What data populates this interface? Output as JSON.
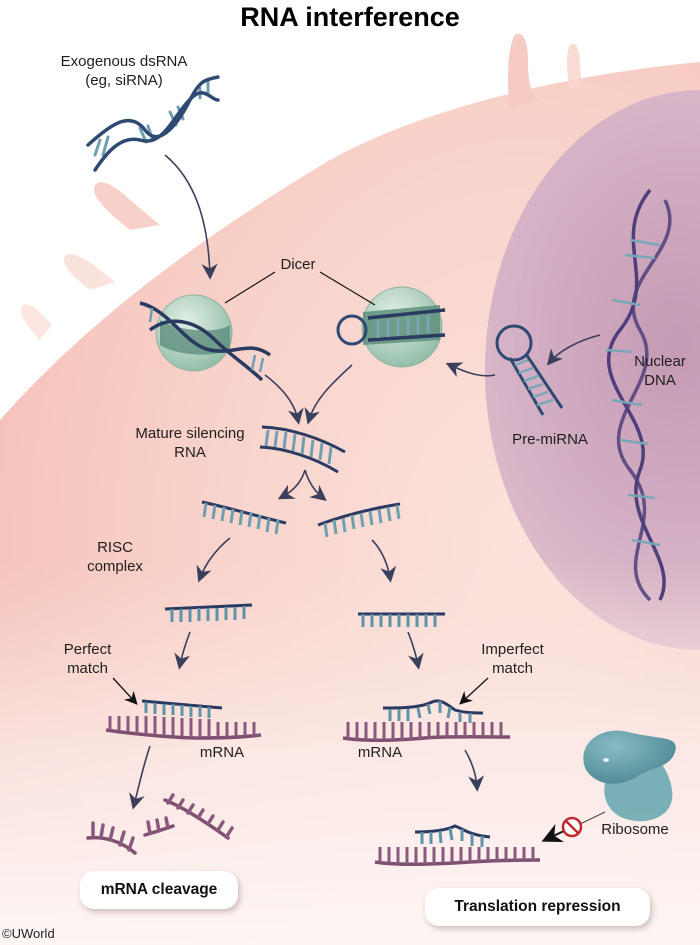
{
  "title": "RNA interference",
  "labels": {
    "exogenous_line1": "Exogenous dsRNA",
    "exogenous_line2": "(eg, siRNA)",
    "dicer": "Dicer",
    "nuclear_line1": "Nuclear",
    "nuclear_line2": "DNA",
    "pre_mirna": "Pre-miRNA",
    "mature_line1": "Mature silencing",
    "mature_line2": "RNA",
    "risc_line1": "RISC",
    "risc_line2": "complex",
    "perfect_line1": "Perfect",
    "perfect_line2": "match",
    "imperfect_line1": "Imperfect",
    "imperfect_line2": "match",
    "mrna_left": "mRNA",
    "mrna_right": "mRNA",
    "ribosome": "Ribosome"
  },
  "outcomes": {
    "left": "mRNA cleavage",
    "right": "Translation repression"
  },
  "copyright": "©UWorld",
  "colors": {
    "cell": "#f7cfc8",
    "nucleus": "#cfa9bf",
    "strand_dark": "#2c3e63",
    "strand_base": "#5f93a8",
    "mrna": "#8a5a7e",
    "dicer": "#b9d6c5",
    "risc": "#9a9bcb",
    "ribosome": "#5f9aa6",
    "arrow": "#3a3f5c",
    "block": "#c0282d"
  }
}
